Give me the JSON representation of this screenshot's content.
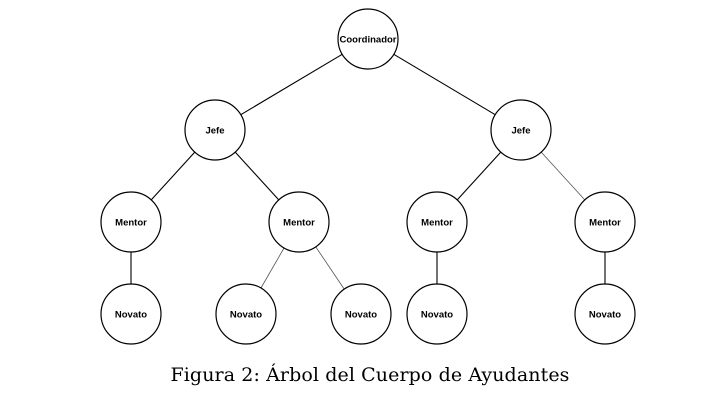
{
  "tree": {
    "nodes": [
      {
        "id": "coordinador",
        "label": "Coordinador"
      },
      {
        "id": "jefe-1",
        "label": "Jefe"
      },
      {
        "id": "jefe-2",
        "label": "Jefe"
      },
      {
        "id": "mentor-1",
        "label": "Mentor"
      },
      {
        "id": "mentor-2",
        "label": "Mentor"
      },
      {
        "id": "mentor-3",
        "label": "Mentor"
      },
      {
        "id": "mentor-4",
        "label": "Mentor"
      },
      {
        "id": "novato-1",
        "label": "Novato"
      },
      {
        "id": "novato-2",
        "label": "Novato"
      },
      {
        "id": "novato-3",
        "label": "Novato"
      },
      {
        "id": "novato-4",
        "label": "Novato"
      },
      {
        "id": "novato-5",
        "label": "Novato"
      }
    ],
    "edges": [
      {
        "from": "coordinador",
        "to": "jefe-1"
      },
      {
        "from": "coordinador",
        "to": "jefe-2"
      },
      {
        "from": "jefe-1",
        "to": "mentor-1"
      },
      {
        "from": "jefe-1",
        "to": "mentor-2"
      },
      {
        "from": "jefe-2",
        "to": "mentor-3"
      },
      {
        "from": "jefe-2",
        "to": "mentor-4"
      },
      {
        "from": "mentor-1",
        "to": "novato-1"
      },
      {
        "from": "mentor-2",
        "to": "novato-2"
      },
      {
        "from": "mentor-2",
        "to": "novato-3"
      },
      {
        "from": "mentor-3",
        "to": "novato-4"
      },
      {
        "from": "mentor-4",
        "to": "novato-5"
      }
    ]
  },
  "caption": "Figura 2: Árbol del Cuerpo de Ayudantes"
}
